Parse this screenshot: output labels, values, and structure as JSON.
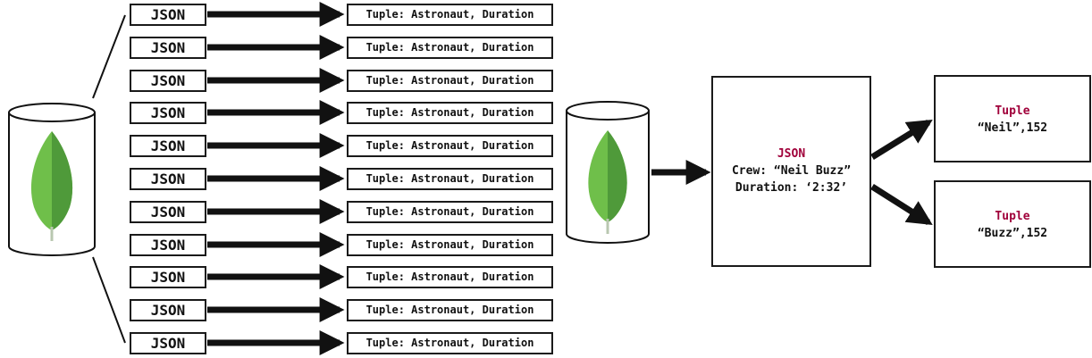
{
  "colors": {
    "stroke": "#111111",
    "keyword": "#a0003a",
    "leaf_light": "#6fbf4a",
    "leaf_dark": "#4f9a3a",
    "leaf_stem": "#b9c7b0"
  },
  "icons": {
    "database": "mongodb-leaf-cylinder-icon"
  },
  "left": {
    "rows": [
      {
        "json": "JSON",
        "tuple": "Tuple: Astronaut, Duration"
      },
      {
        "json": "JSON",
        "tuple": "Tuple: Astronaut, Duration"
      },
      {
        "json": "JSON",
        "tuple": "Tuple: Astronaut, Duration"
      },
      {
        "json": "JSON",
        "tuple": "Tuple: Astronaut, Duration"
      },
      {
        "json": "JSON",
        "tuple": "Tuple: Astronaut, Duration"
      },
      {
        "json": "JSON",
        "tuple": "Tuple: Astronaut, Duration"
      },
      {
        "json": "JSON",
        "tuple": "Tuple: Astronaut, Duration"
      },
      {
        "json": "JSON",
        "tuple": "Tuple: Astronaut, Duration"
      },
      {
        "json": "JSON",
        "tuple": "Tuple: Astronaut, Duration"
      },
      {
        "json": "JSON",
        "tuple": "Tuple: Astronaut, Duration"
      },
      {
        "json": "JSON",
        "tuple": "Tuple: Astronaut, Duration"
      }
    ]
  },
  "right": {
    "document": {
      "title": "JSON",
      "line1": "Crew: “Neil Buzz”",
      "line2": "Duration: ‘2:32’"
    },
    "outputs": [
      {
        "title": "Tuple",
        "value": "“Neil”,152"
      },
      {
        "title": "Tuple",
        "value": "“Buzz”,152"
      }
    ]
  }
}
